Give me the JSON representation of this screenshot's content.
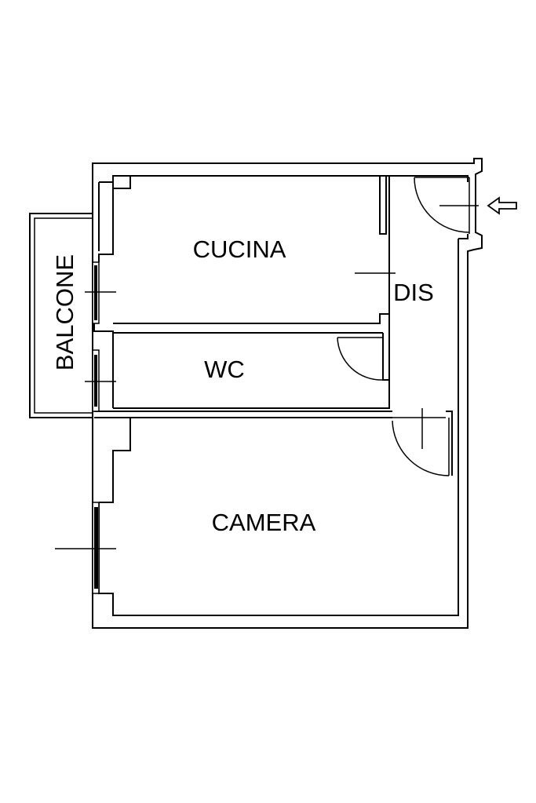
{
  "rooms": {
    "cucina": "CUCINA",
    "dis": "DIS",
    "wc": "WC",
    "camera": "CAMERA",
    "balcone": "BALCONE"
  },
  "icons": {
    "entrance": "entrance-arrow-icon"
  }
}
